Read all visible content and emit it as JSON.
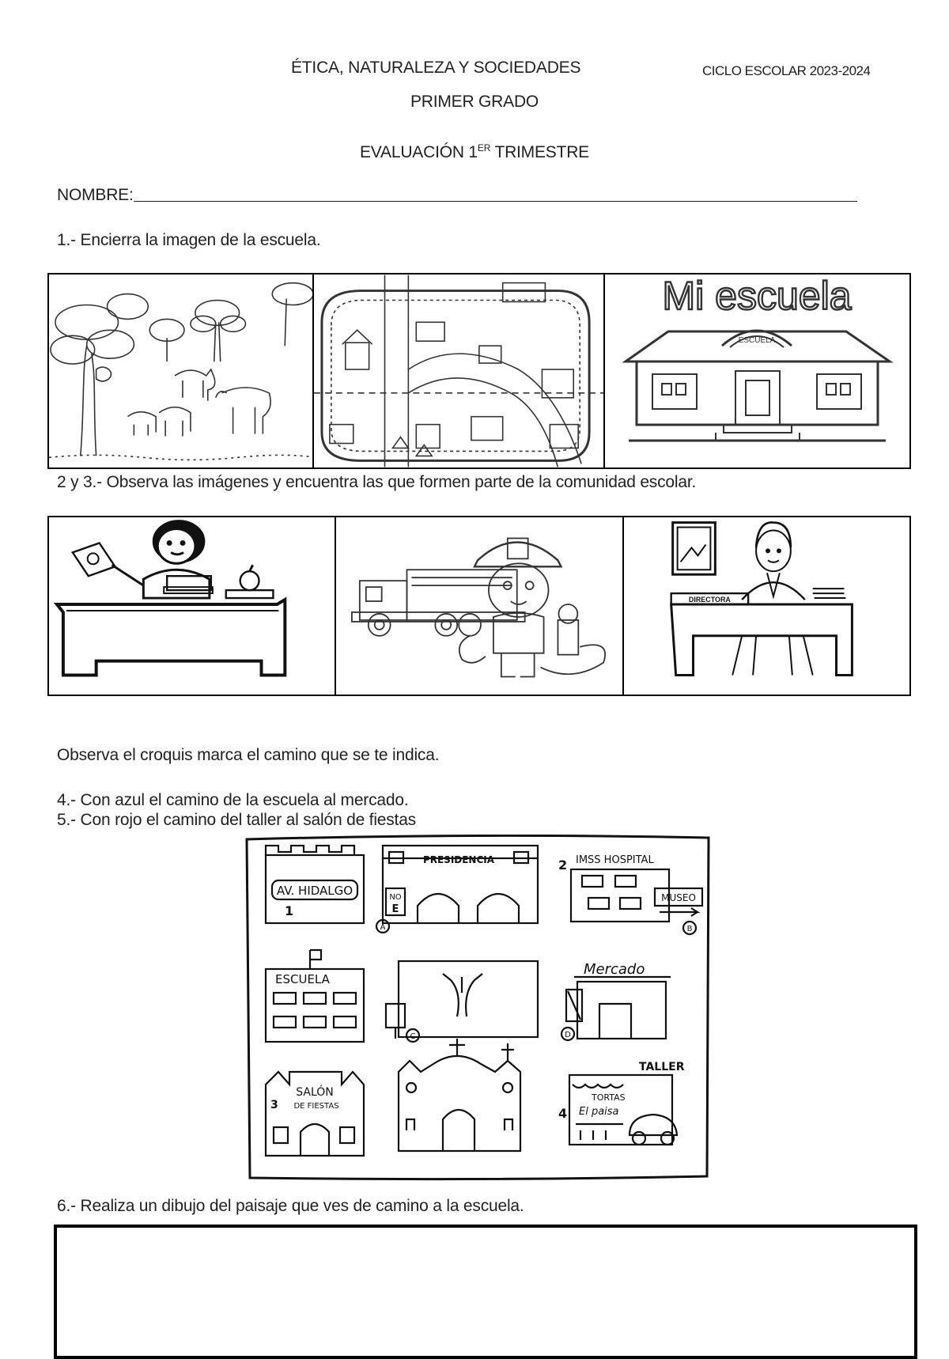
{
  "header": {
    "subject": "ÉTICA, NATURALEZA Y SOCIEDADES",
    "cycle": "CICLO ESCOLAR 2023-2024",
    "grade": "PRIMER GRADO",
    "evaluation_prefix": "EVALUACIÓN 1",
    "evaluation_sup": "ER",
    "evaluation_suffix": " TRIMESTRE"
  },
  "name_label": "NOMBRE:",
  "q1": {
    "prompt": "1.- Encierra la imagen de la escuela.",
    "images": [
      {
        "icon": "countryside-farm-animals"
      },
      {
        "icon": "city-map-streets"
      },
      {
        "icon": "school-building",
        "title": "Mi escuela",
        "sign": "ESCUELA"
      }
    ]
  },
  "q2_3": {
    "prompt": "2 y 3.- Observa las imágenes y encuentra las que formen parte de la comunidad escolar.",
    "images": [
      {
        "icon": "teacher-at-desk"
      },
      {
        "icon": "firefighter-truck"
      },
      {
        "icon": "principal-at-desk",
        "desk_sign": "DIRECTORA"
      }
    ]
  },
  "map_section": {
    "intro": "Observa el croquis marca el camino que se te indica.",
    "q4": "4.- Con azul el camino de la escuela al mercado.",
    "q5": "5.- Con rojo el camino del taller al salón de fiestas",
    "labels": {
      "street": "AV. HIDALGO",
      "presidencia": "PRESIDENCIA",
      "hospital": "IMSS HOSPITAL",
      "museo": "MUSEO",
      "escuela": "ESCUELA",
      "mercado": "Mercado",
      "salon_line1": "SALÓN",
      "salon_line2": "DE FIESTAS",
      "taller": "TALLER",
      "tortas_line1": "TORTAS",
      "tortas_line2": "El paisa",
      "no_e": "NO",
      "no_e2": "E"
    },
    "markers": {
      "n1": "1",
      "n2": "2",
      "n3": "3",
      "n4": "4",
      "a": "A",
      "b": "B",
      "c": "C",
      "d": "D"
    }
  },
  "q6": {
    "prompt": "6.- Realiza un dibujo del paisaje que ves de camino a la escuela."
  }
}
